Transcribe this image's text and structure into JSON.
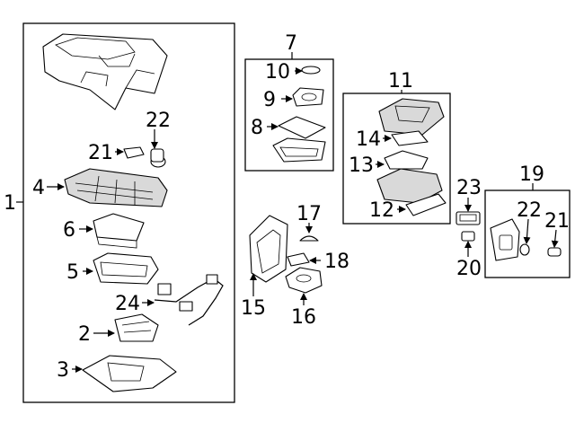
{
  "callouts": {
    "c1": "1",
    "c2": "2",
    "c3": "3",
    "c4": "4",
    "c5": "5",
    "c6": "6",
    "c7": "7",
    "c8": "8",
    "c9": "9",
    "c10": "10",
    "c11": "11",
    "c12": "12",
    "c13": "13",
    "c14": "14",
    "c15": "15",
    "c16": "16",
    "c17": "17",
    "c18": "18",
    "c19": "19",
    "c20": "20",
    "c21a": "21",
    "c21b": "21",
    "c22a": "22",
    "c22b": "22",
    "c23": "23",
    "c24": "24"
  },
  "colors": {
    "line": "#000000",
    "background": "#ffffff",
    "shade": "#d9d9d9"
  }
}
